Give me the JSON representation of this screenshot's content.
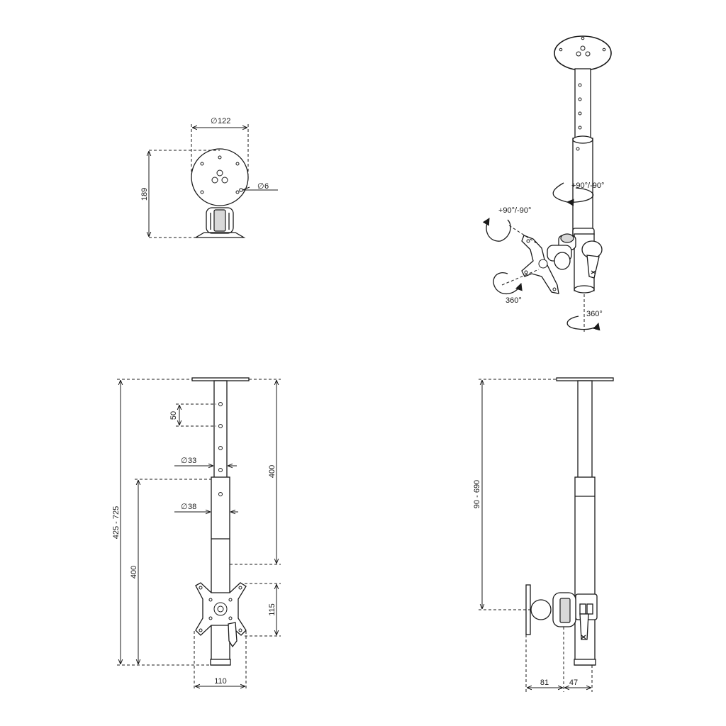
{
  "top_view": {
    "diameter_plate": "122",
    "height": "189",
    "diameter_hole": "6"
  },
  "perspective_view": {
    "tilt_top": "+90°/-90°",
    "tilt_left": "+90°/-90°",
    "rotate_head": "360°",
    "rotate_pole": "360°"
  },
  "front_view": {
    "hole_spacing": "50",
    "diameter_inner": "33",
    "diameter_outer": "38",
    "total_height": "425 - 725",
    "lower_height": "400",
    "upper_height": "400",
    "vesa_height": "115",
    "vesa_width": "110"
  },
  "side_view": {
    "height_range": "90 - 690",
    "depth_head": "81",
    "depth_pole": "47"
  },
  "colors": {
    "line": "#1a1a1a",
    "background": "#ffffff",
    "shade": "#d8d8d8"
  },
  "symbols": {
    "diameter": "∅"
  }
}
